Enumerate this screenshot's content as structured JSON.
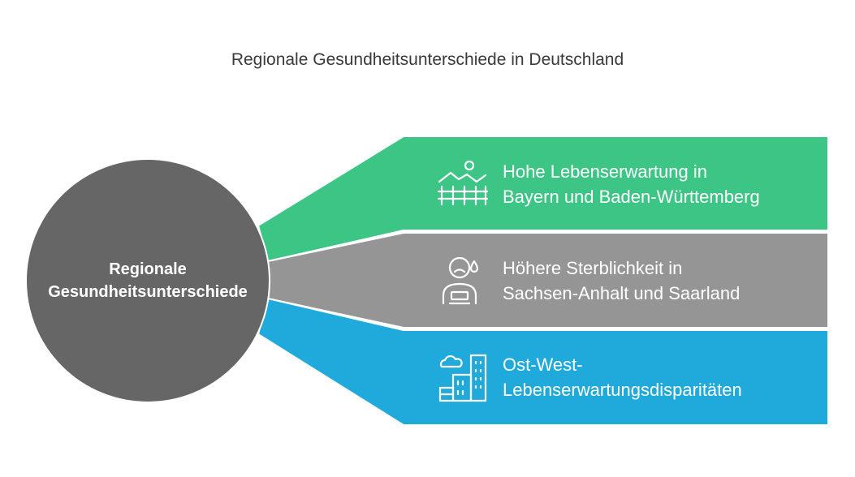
{
  "title": "Regionale Gesundheitsunterschiede in Deutschland",
  "center": {
    "line1": "Regionale",
    "line2": "Gesundheitsunterschiede",
    "color": "#666666"
  },
  "branches": [
    {
      "line1": "Hohe Lebenserwartung in",
      "line2": "Bayern und Baden-Württemberg",
      "color": "#3DC585",
      "icon": "landscape-fence-icon"
    },
    {
      "line1": "Höhere Sterblichkeit in",
      "line2": "Sachsen-Anhalt und Saarland",
      "color": "#959595",
      "icon": "sad-person-icon"
    },
    {
      "line1": "Ost-West-",
      "line2": "Lebenserwartungsdisparitäten",
      "color": "#1FAADB",
      "icon": "city-buildings-icon"
    }
  ]
}
